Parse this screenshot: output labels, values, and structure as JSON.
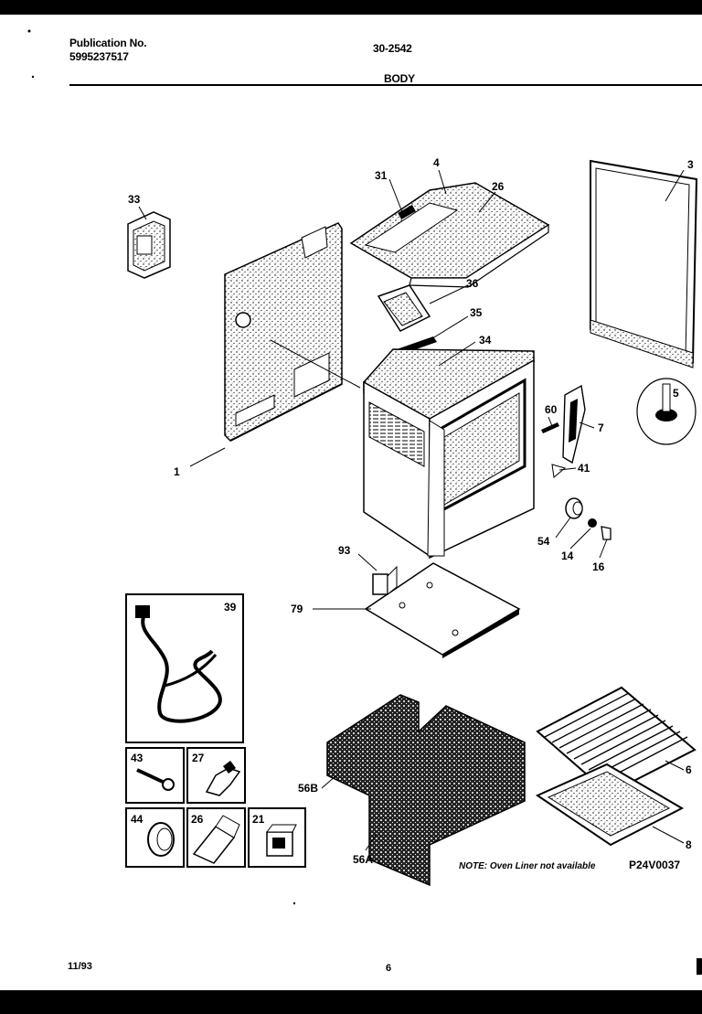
{
  "header": {
    "publication_label": "Publication No.",
    "publication_number": "5995237517",
    "model": "30-2542",
    "section": "BODY"
  },
  "callouts": {
    "c1": "1",
    "c3": "3",
    "c4": "4",
    "c5": "5",
    "c6": "6",
    "c7": "7",
    "c8": "8",
    "c14": "14",
    "c16": "16",
    "c21": "21",
    "c26a": "26",
    "c26b": "26",
    "c27": "27",
    "c31": "31",
    "c33": "33",
    "c34": "34",
    "c35": "35",
    "c36": "36",
    "c39": "39",
    "c41": "41",
    "c43": "43",
    "c44": "44",
    "c54": "54",
    "c56a": "56A",
    "c56b": "56B",
    "c60": "60",
    "c79": "79",
    "c93": "93"
  },
  "note": "NOTE: Oven Liner not available",
  "drawing_code": "P24V0037",
  "footer": {
    "date": "11/93",
    "page": "6"
  }
}
